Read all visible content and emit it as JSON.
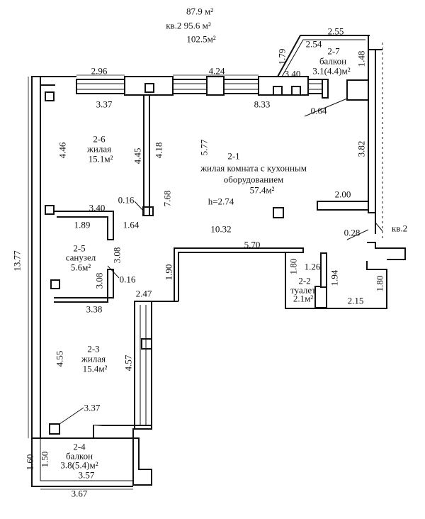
{
  "header": {
    "area_total": "87.9 м²",
    "apartment_line": "кв.2  95.6 м²",
    "area_with_balconies": "102.5м²"
  },
  "rooms": {
    "r21": {
      "id": "2-1",
      "type": "жилая комната с кухонным",
      "type2": "оборудованием",
      "area": "57.4м²",
      "height": "h=2.74"
    },
    "r22": {
      "id": "2-2",
      "type": "туалет",
      "area": "2.1м²"
    },
    "r23": {
      "id": "2-3",
      "type": "жилая",
      "area": "15.4м²"
    },
    "r24": {
      "id": "2-4",
      "type": "балкон",
      "area": "3.8(5.4)м²"
    },
    "r25": {
      "id": "2-5",
      "type": "санузел",
      "area": "5.6м²"
    },
    "r26": {
      "id": "2-6",
      "type": "жилая",
      "area": "15.1м²"
    },
    "r27": {
      "id": "2-7",
      "type": "балкон",
      "area": "3.1(4.4)м²"
    }
  },
  "neighbor_label": "кв.2",
  "dimensions": {
    "d296": "2.96",
    "d424": "4.24",
    "d340top": "3.40",
    "d255": "2.55",
    "d254": "2.54",
    "d179": "1.79",
    "d148": "1.48",
    "d337top": "3.37",
    "d833": "8.33",
    "d064": "0.64",
    "d446": "4.46",
    "d445": "4.45",
    "d418": "4.18",
    "d577": "5.77",
    "d382": "3.82",
    "d768": "7.68",
    "d016a": "0.16",
    "d164": "1.64",
    "d340mid": "3.40",
    "d189": "1.89",
    "d200": "2.00",
    "d028": "0.28",
    "d1032": "10.32",
    "d570": "5.70",
    "d1377": "13.77",
    "d308a": "3.08",
    "d308b": "3.08",
    "d016b": "0.16",
    "d190": "1.90",
    "d180a": "1.80",
    "d126": "1.26",
    "d194": "1.94",
    "d180b": "1.80",
    "d338": "3.38",
    "d247": "2.47",
    "d215": "2.15",
    "d455": "4.55",
    "d457": "4.57",
    "d337bot": "3.37",
    "d160": "1.60",
    "d150": "1.50",
    "d357": "3.57",
    "d367": "3.67"
  }
}
